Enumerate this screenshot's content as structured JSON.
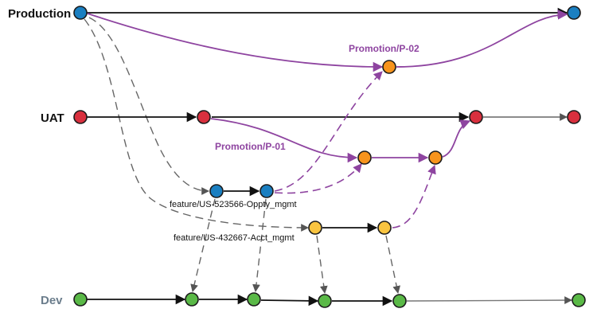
{
  "lanes": {
    "production": "Production",
    "uat": "UAT",
    "dev": "Dev"
  },
  "promotions": {
    "p02": "Promotion/P-02",
    "p01": "Promotion/P-01"
  },
  "features": {
    "oppty": "feature/US-523566-Oppty_mgmt",
    "acct": "feature/US-432667-Acct_mgmt"
  },
  "colors": {
    "production": "#1a7fc1",
    "uat": "#d9303e",
    "promotion": "#f7941d",
    "feature_acct": "#f9c440",
    "dev": "#5ab947",
    "promotion_edge": "#8e44a0",
    "dev_label": "#6b7d8c",
    "main_edge": "#111111",
    "dashed_edge": "#666666"
  }
}
